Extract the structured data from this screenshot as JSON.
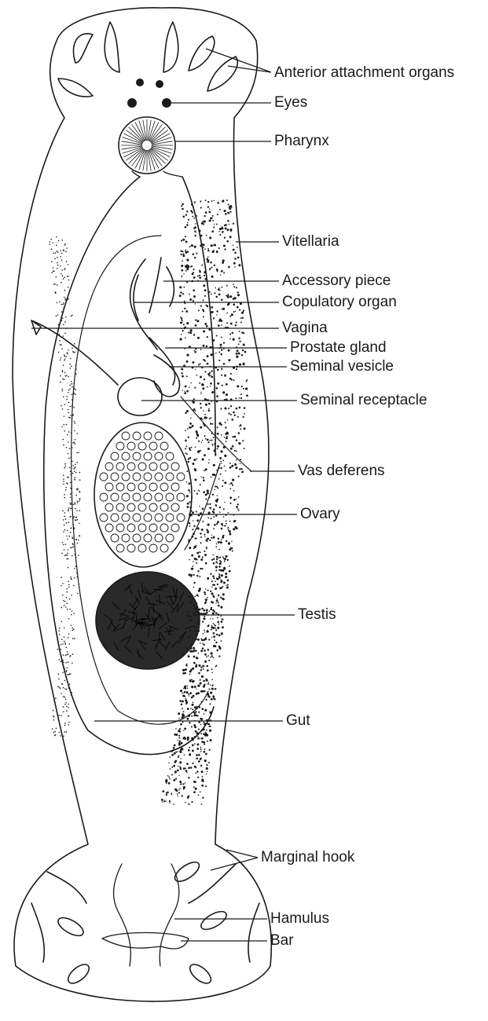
{
  "diagram": {
    "labels": [
      {
        "id": "anterior",
        "text": "Anterior attachment organs"
      },
      {
        "id": "eyes",
        "text": "Eyes"
      },
      {
        "id": "pharynx",
        "text": "Pharynx"
      },
      {
        "id": "vitellaria",
        "text": "Vitellaria"
      },
      {
        "id": "accessory",
        "text": "Accessory piece"
      },
      {
        "id": "copulatory",
        "text": "Copulatory organ"
      },
      {
        "id": "vagina",
        "text": "Vagina"
      },
      {
        "id": "prostate",
        "text": "Prostate gland"
      },
      {
        "id": "seminal-vesicle",
        "text": "Seminal vesicle"
      },
      {
        "id": "seminal-receptacle",
        "text": "Seminal receptacle"
      },
      {
        "id": "vas-deferens",
        "text": "Vas deferens"
      },
      {
        "id": "ovary",
        "text": "Ovary"
      },
      {
        "id": "testis",
        "text": "Testis"
      },
      {
        "id": "gut",
        "text": "Gut"
      },
      {
        "id": "marginal-hook",
        "text": "Marginal hook"
      },
      {
        "id": "hamulus",
        "text": "Hamulus"
      },
      {
        "id": "bar",
        "text": "Bar"
      }
    ]
  },
  "colors": {
    "ink": "#1a1a1a",
    "background": "#ffffff"
  }
}
